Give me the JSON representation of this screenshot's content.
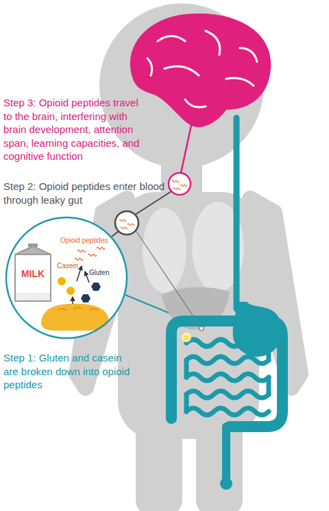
{
  "diagram": {
    "nodes": [
      {
        "text": [
          "Opioid peptides",
          "Casein",
          "Gluten"
        ]
      },
      {
        "text": [
          "MILK"
        ],
        "in": 0
      }
    ],
    "labels": [
      "Step 3: Opioid peptides travel to the brain, interfering with brain development, attention span, learning capacities, and cognitive function",
      "Step 2: Opioid peptides enter blood through leaky gut",
      "Step 1: Gluten and casein are broken down into opioid peptides"
    ]
  }
}
